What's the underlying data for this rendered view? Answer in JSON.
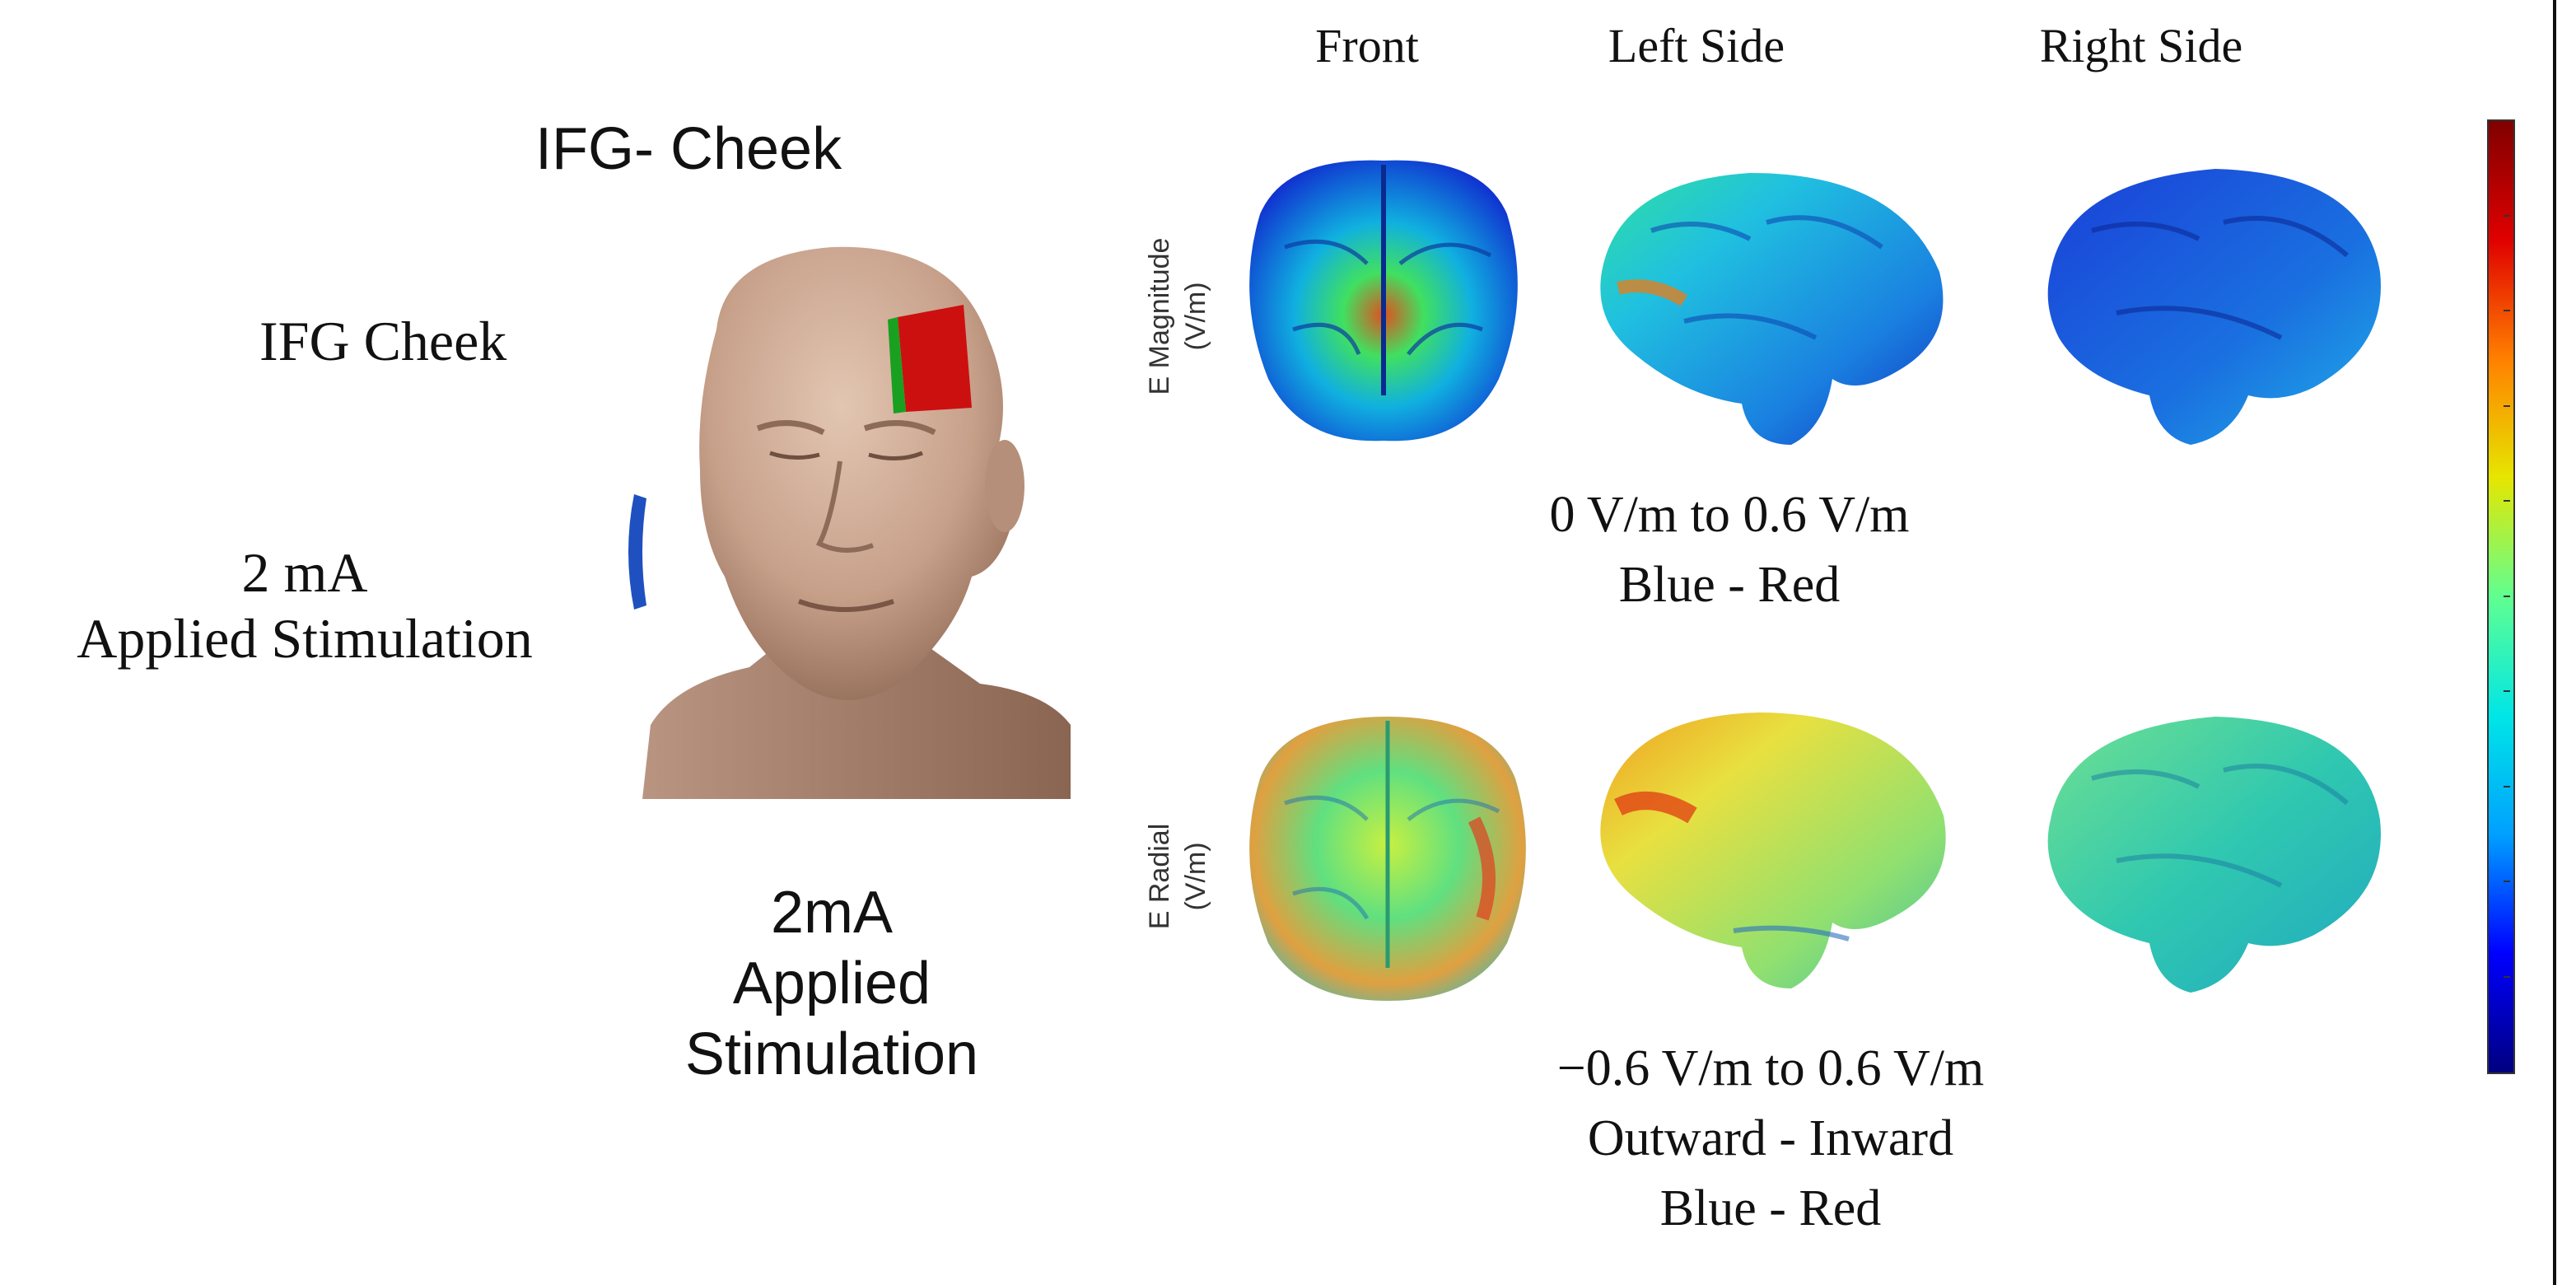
{
  "left_panel": {
    "title": "IFG- Cheek",
    "montage": "IFG Cheek",
    "current_serif_line1": "2 mA",
    "current_serif_line2": "Applied Stimulation",
    "current_sans_line1": "2mA",
    "current_sans_line2": "Applied",
    "current_sans_line3": "Stimulation"
  },
  "columns": [
    "Front",
    "Left Side",
    "Right Side"
  ],
  "rows": [
    {
      "label_line1": "E Magnitude",
      "label_line2": "(V/m)",
      "range_text": "0 V/m to 0.6 V/m",
      "color_text": "Blue - Red"
    },
    {
      "label_line1": "E Radial",
      "label_line2": "(V/m)",
      "range_text": "−0.6 V/m to 0.6 V/m",
      "direction_text": "Outward - Inward",
      "color_text": "Blue - Red"
    }
  ],
  "colorbar": {
    "colors": [
      "#000080",
      "#0000ff",
      "#00a0ff",
      "#00e6e6",
      "#60ff90",
      "#e6e600",
      "#ff8000",
      "#e00000",
      "#800000"
    ]
  },
  "icons": {
    "head": "head-model-icon",
    "electrode_forehead": "electrode-pad-red",
    "electrode_cheek": "electrode-pad-blue"
  }
}
